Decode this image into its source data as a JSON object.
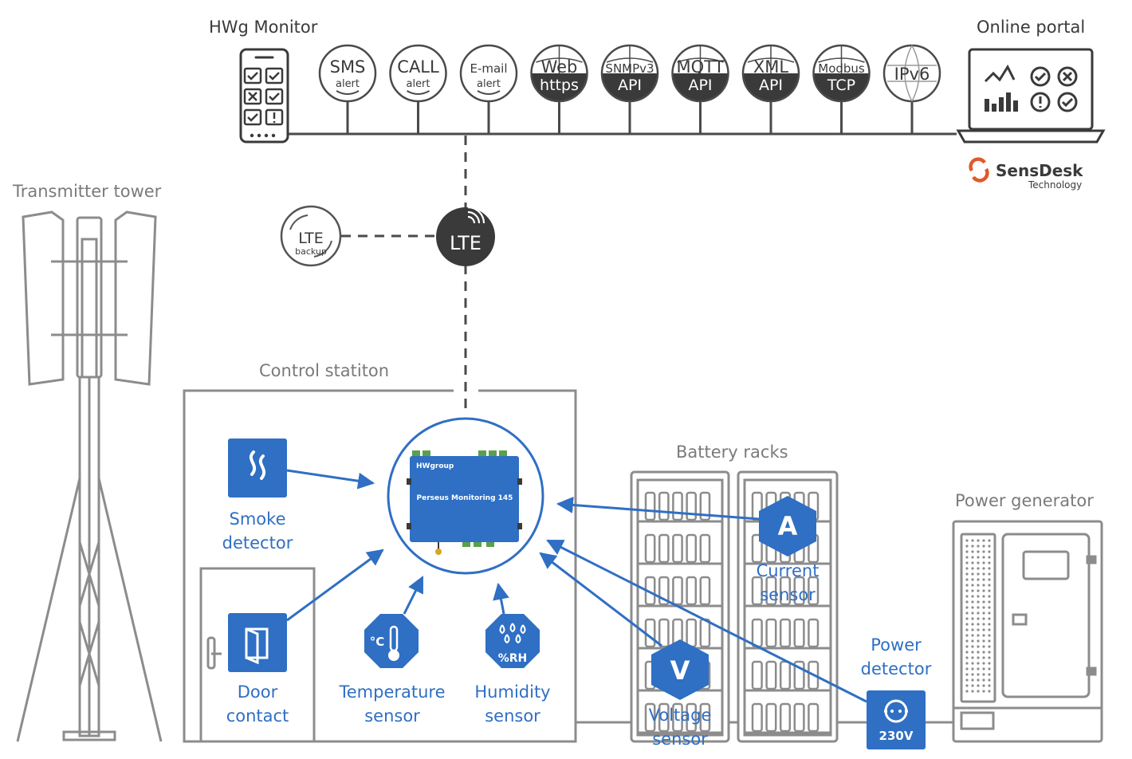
{
  "monitor": {
    "title": "HWg Monitor",
    "channels": [
      {
        "top": "SMS",
        "bottom": "alert",
        "dark": false
      },
      {
        "top": "CALL",
        "bottom": "alert",
        "dark": false
      },
      {
        "top": "E-mail",
        "bottom": "alert",
        "dark": false
      },
      {
        "top": "Web",
        "bottom": "https",
        "dark": true
      },
      {
        "top": "SNMPv3",
        "bottom": "API",
        "dark": true
      },
      {
        "top": "MQTT",
        "bottom": "API",
        "dark": true
      },
      {
        "top": "XML",
        "bottom": "API",
        "dark": true
      },
      {
        "top": "Modbus",
        "bottom": "TCP",
        "dark": true
      },
      {
        "top": "IPv6",
        "bottom": "",
        "dark": false
      }
    ]
  },
  "portal": {
    "title": "Online portal",
    "brand_name": "SensDesk",
    "brand_sub": "Technology"
  },
  "tower": {
    "title": "Transmitter tower"
  },
  "lte": {
    "main": "LTE",
    "backup_main": "LTE",
    "backup_sub": "backup"
  },
  "control_station": {
    "title": "Control statiton"
  },
  "device": {
    "brand": "HWgroup",
    "model": "Perseus Monitoring 145"
  },
  "sensors": {
    "smoke": {
      "line1": "Smoke",
      "line2": "detector"
    },
    "door": {
      "line1": "Door",
      "line2": "contact"
    },
    "temperature": {
      "line1": "Temperature",
      "line2": "sensor",
      "glyph": "°C"
    },
    "humidity": {
      "line1": "Humidity",
      "line2": "sensor",
      "glyph": "%RH"
    },
    "current": {
      "line1": "Current",
      "line2": "sensor",
      "glyph": "A"
    },
    "voltage": {
      "line1": "Voltage",
      "line2": "sensor",
      "glyph": "V"
    },
    "power": {
      "line1": "Power",
      "line2": "detector",
      "glyph": "230V"
    }
  },
  "battery": {
    "title": "Battery racks"
  },
  "generator": {
    "title": "Power generator"
  },
  "colors": {
    "accent": "#2f6fc4",
    "dark": "#3a3a3a",
    "line": "#4a4a4a",
    "structure": "#8c8c8c",
    "brand_orange": "#e0592a"
  }
}
